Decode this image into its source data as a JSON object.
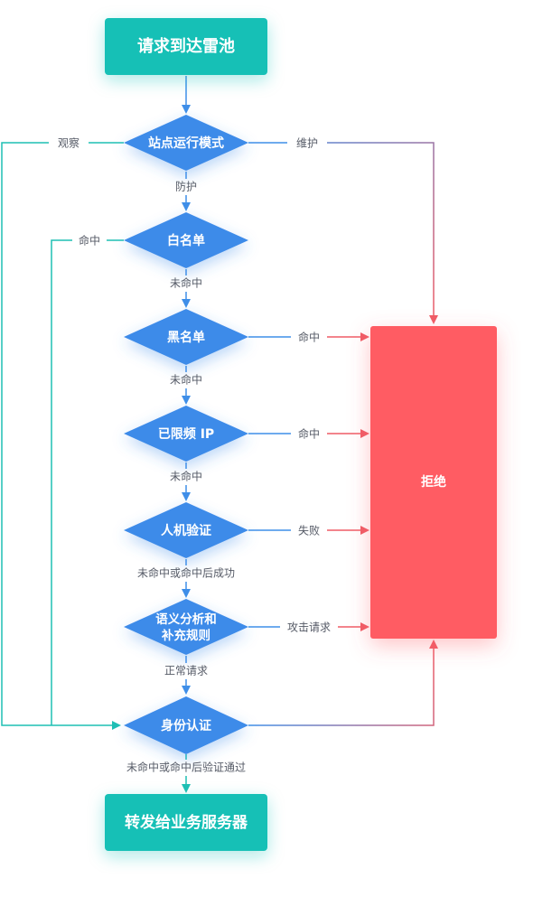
{
  "colors": {
    "teal": "#17c0b6",
    "blue": "#3d8be9",
    "red": "#ff5b63",
    "line_teal": "#1fbfb4",
    "line_blue": "#3f8fe8",
    "line_red": "#ef5c66",
    "label": "#555a66"
  },
  "nodes": {
    "start": "请求到达雷池",
    "mode": "站点运行模式",
    "whitelist": "白名单",
    "blacklist": "黑名单",
    "ratelimit": "已限频 IP",
    "captcha": "人机验证",
    "semantic_line1": "语义分析和",
    "semantic_line2": "补充规则",
    "auth": "身份认证",
    "forward": "转发给业务服务器",
    "reject": "拒绝"
  },
  "edges": {
    "observe": "观察",
    "maintain": "维护",
    "protect": "防护",
    "white_hit": "命中",
    "white_miss": "未命中",
    "black_hit": "命中",
    "black_miss": "未命中",
    "rate_hit": "命中",
    "rate_miss": "未命中",
    "captcha_fail": "失败",
    "captcha_pass": "未命中或命中后成功",
    "attack": "攻击请求",
    "normal": "正常请求",
    "auth_pass": "未命中或命中后验证通过"
  }
}
